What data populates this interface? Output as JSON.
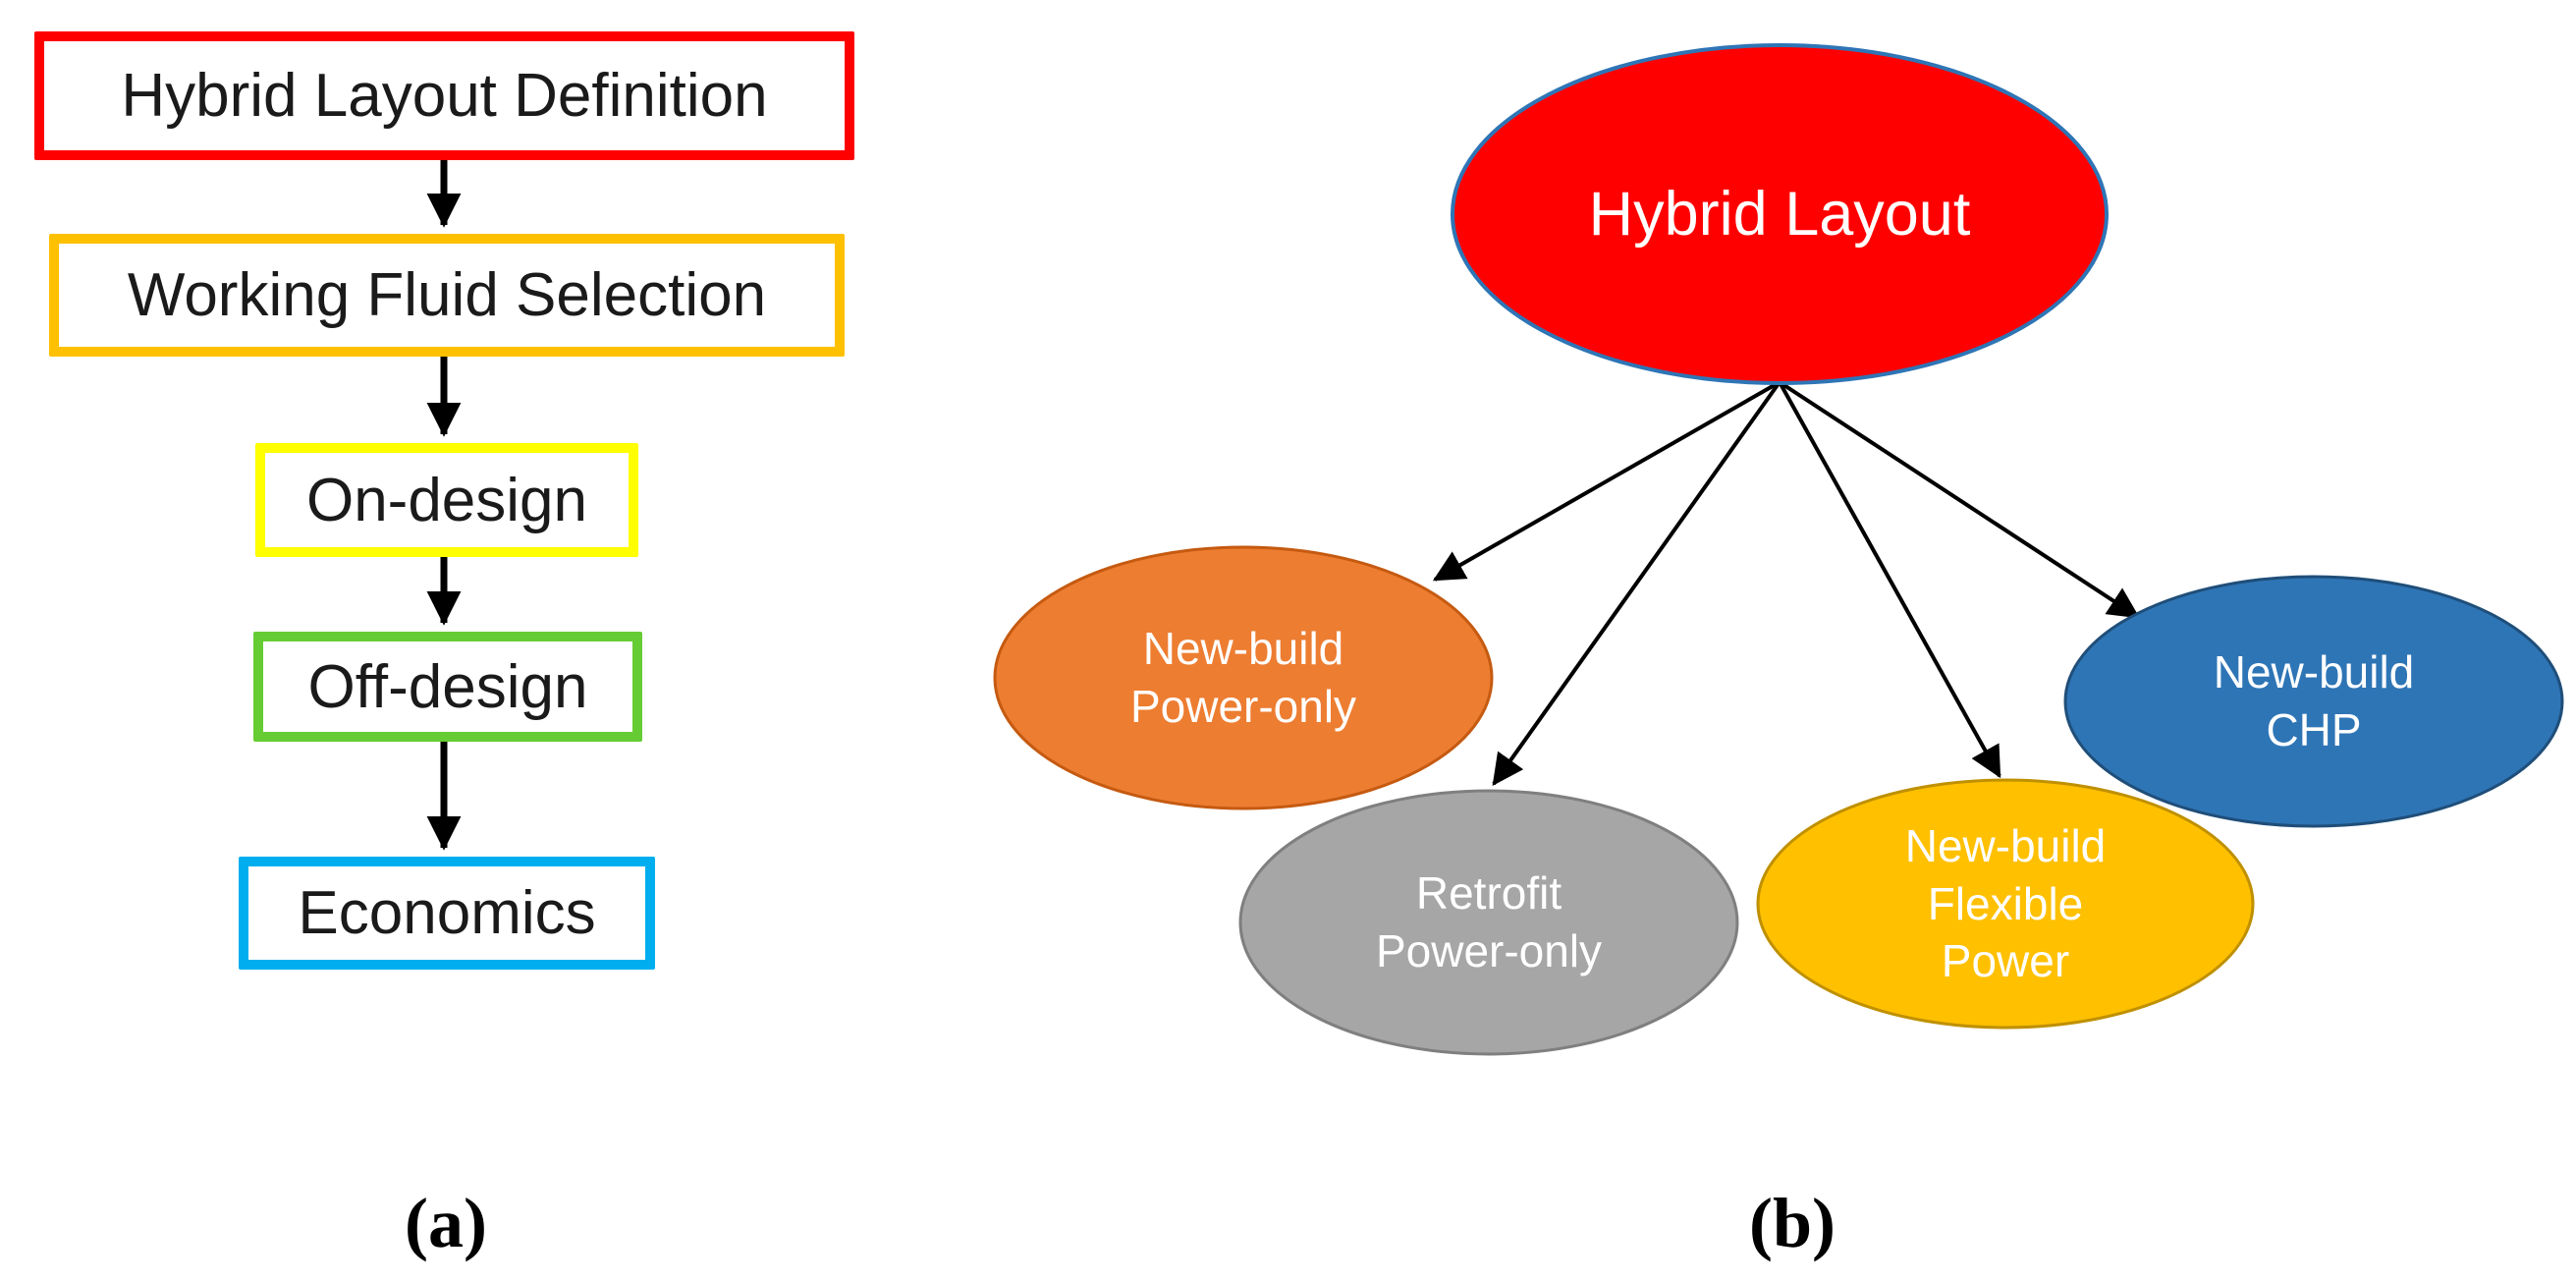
{
  "figure": {
    "caption_a": "(a)",
    "caption_b": "(b)"
  },
  "colors": {
    "arrow": "#000000",
    "box_fill": "#ffffff",
    "box_text": "#1a1a1a",
    "ellipse_text": "#ffffff"
  },
  "flowchart": {
    "steps": [
      {
        "label": "Hybrid Layout Definition",
        "border_color": "#ff0000"
      },
      {
        "label": "Working Fluid Selection",
        "border_color": "#ffc000"
      },
      {
        "label": "On-design",
        "border_color": "#ffff00"
      },
      {
        "label": "Off-design",
        "border_color": "#66cc33"
      },
      {
        "label": "Economics",
        "border_color": "#00aeef"
      }
    ]
  },
  "tree": {
    "root": {
      "label": "Hybrid Layout",
      "fill": "#ff0000",
      "stroke": "#2e75b6"
    },
    "children": [
      {
        "label": "New-build\nPower-only",
        "fill": "#ed7d31",
        "stroke": "#c55a11"
      },
      {
        "label": "Retrofit\nPower-only",
        "fill": "#a6a6a6",
        "stroke": "#7f7f7f"
      },
      {
        "label": "New-build\nFlexible\nPower",
        "fill": "#ffc000",
        "stroke": "#bf9000"
      },
      {
        "label": "New-build\nCHP",
        "fill": "#2e75b6",
        "stroke": "#1f4e79"
      }
    ]
  }
}
